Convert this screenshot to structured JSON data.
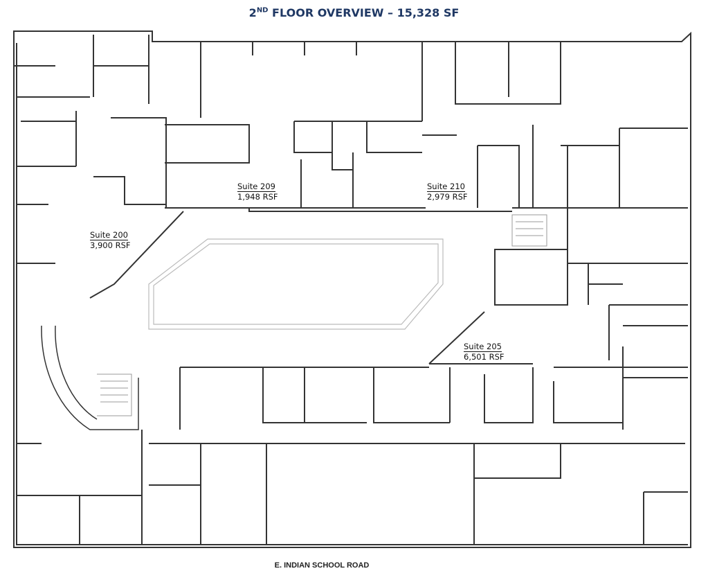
{
  "title": {
    "ordinal": "2",
    "suffix": "ND",
    "rest": " FLOOR OVERVIEW – 15,328 SF"
  },
  "street": "E. INDIAN SCHOOL ROAD",
  "suites": [
    {
      "name": "Suite 200",
      "area": "3,900 RSF"
    },
    {
      "name": "Suite 209",
      "area": "1,948 RSF"
    },
    {
      "name": "Suite 210",
      "area": "2,979 RSF"
    },
    {
      "name": "Suite 205",
      "area": "6,501 RSF"
    }
  ],
  "colors": {
    "title": "#1f3864",
    "walls": "#333333",
    "light": "#bbbbbb"
  }
}
